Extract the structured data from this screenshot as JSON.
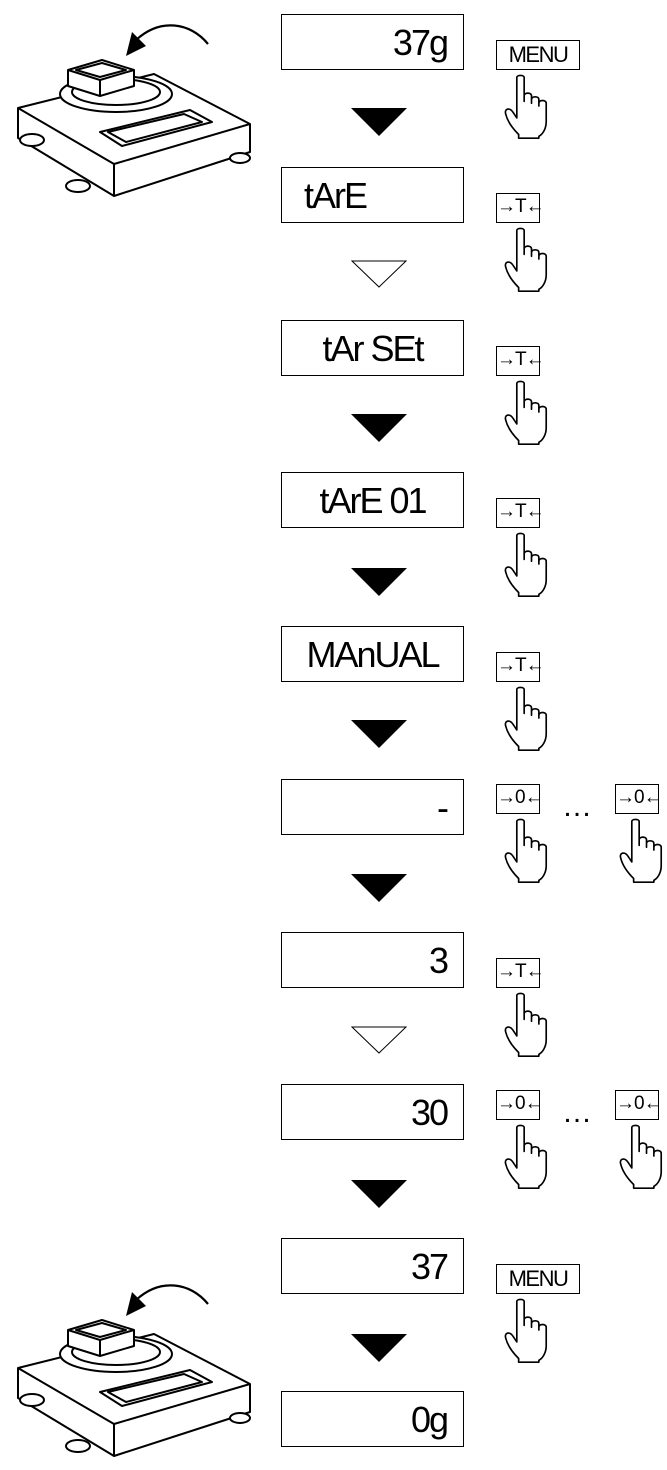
{
  "steps": [
    {
      "display": "37g",
      "keys": [
        "MENU"
      ]
    },
    {
      "display": "tArE",
      "keys": [
        "→T←"
      ]
    },
    {
      "display": "tAr  SEt",
      "keys": [
        "→T←"
      ]
    },
    {
      "display": "tArE  01",
      "keys": [
        "→T←"
      ]
    },
    {
      "display": "MAnUAL",
      "keys": [
        "→T←"
      ]
    },
    {
      "display": "-",
      "keys": [
        "→0←",
        "…",
        "→0←"
      ]
    },
    {
      "display": "3",
      "keys": [
        "→T←"
      ]
    },
    {
      "display": "30",
      "keys": [
        "→0←",
        "…",
        "→0←"
      ]
    },
    {
      "display": "37",
      "keys": [
        "MENU"
      ]
    },
    {
      "display": "0g",
      "keys": []
    }
  ],
  "arrows": [
    "filled",
    "hollow",
    "filled",
    "filled",
    "filled",
    "filled",
    "hollow",
    "filled",
    "filled"
  ],
  "icons": {
    "hand": "pointing-hand-icon",
    "scale": "balance-scale-icon",
    "curved_arrow": "curved-arrow-icon"
  },
  "colors": {
    "ink": "#000000",
    "background": "#ffffff"
  }
}
